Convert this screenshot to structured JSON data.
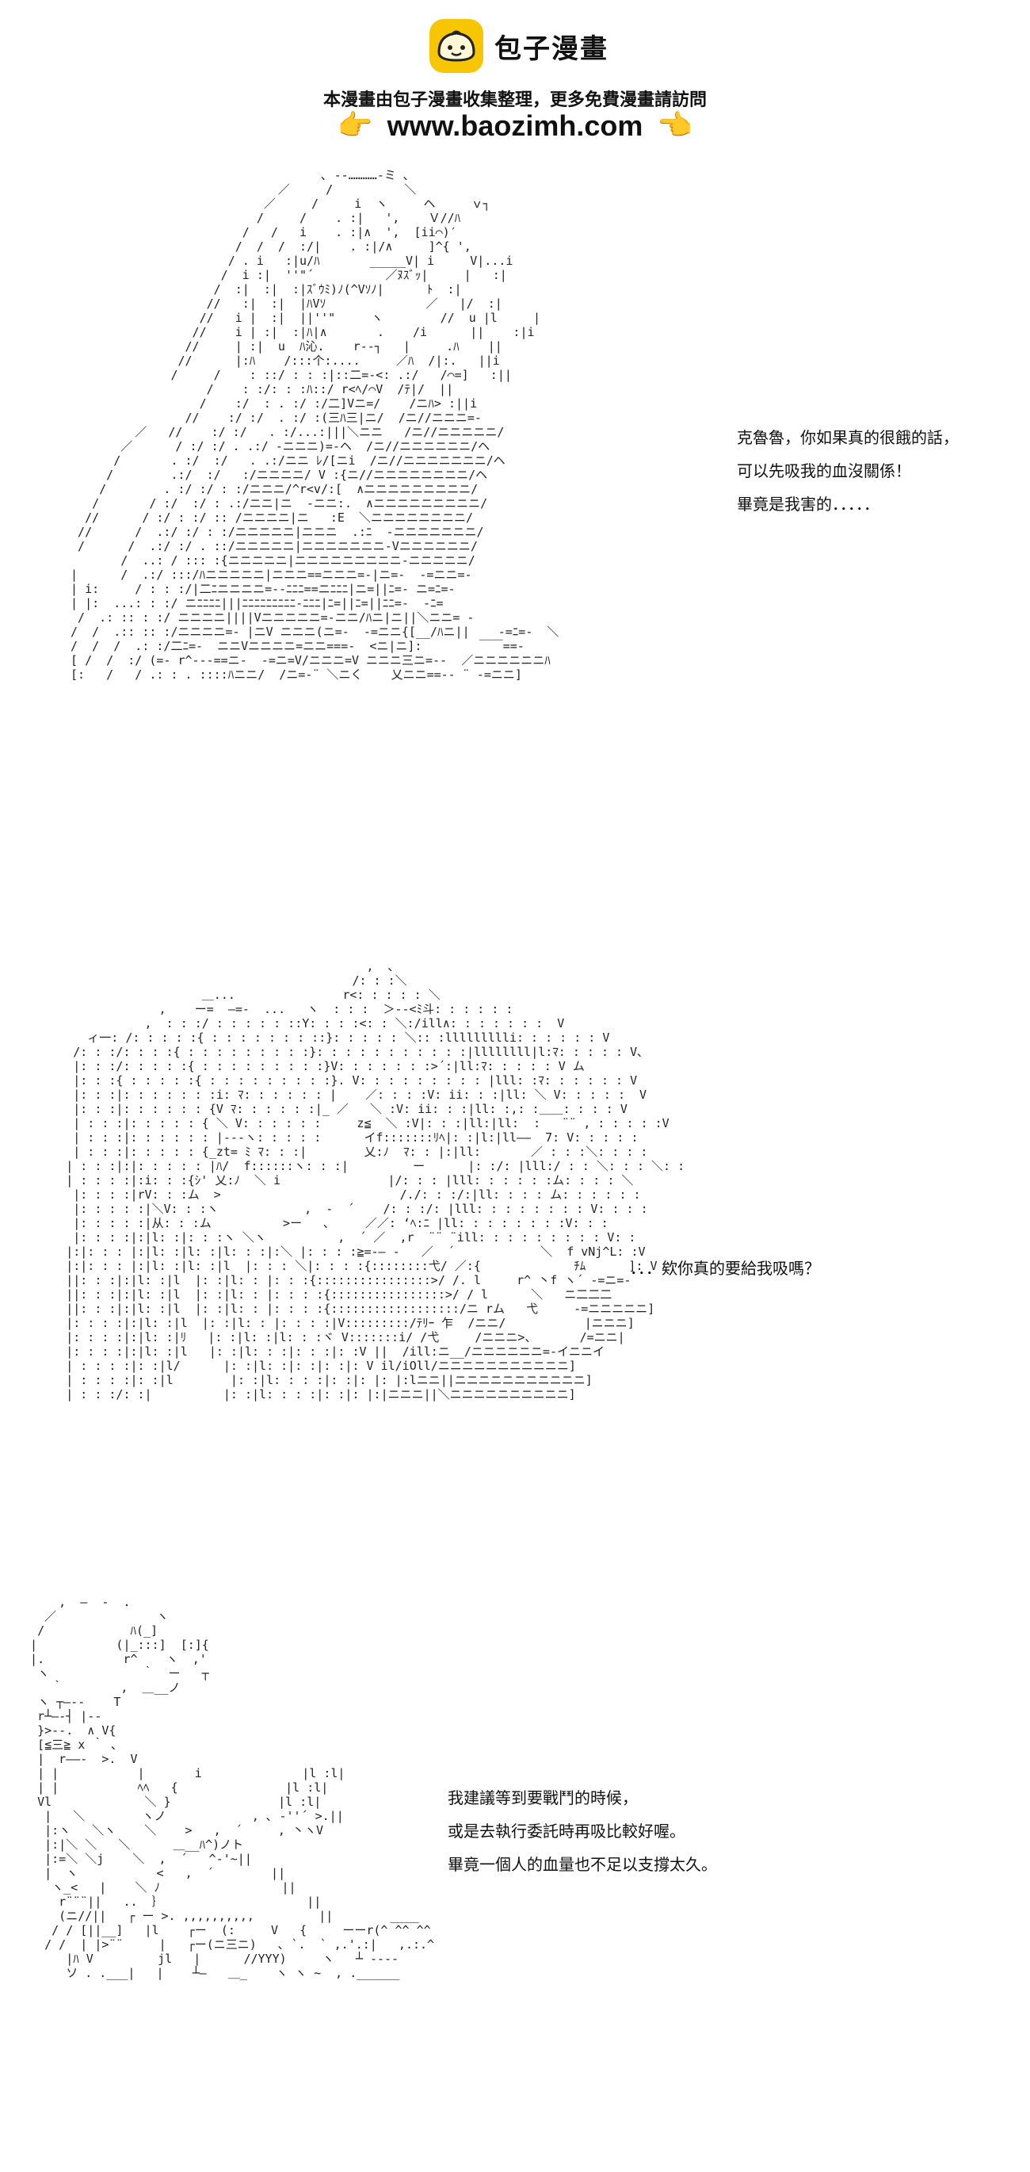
{
  "header": {
    "brand": "包子漫畫",
    "tagline": "本漫畫由包子漫畫收集整理，更多免費漫畫請訪問",
    "url": "www.baozimh.com",
    "pointer_left": "👉",
    "pointer_right": "👈",
    "logo_color": "#f7c600"
  },
  "panel1": {
    "dialog": [
      "克魯魯，你如果真的很餓的話，",
      "可以先吸我的血沒關係！",
      "畢竟是我害的．．．．．"
    ],
    "art": "                                    ､ -‐…………-ミ ､\n                              ／     /          ＼\n                            ／     /     i  ヽ     ヘ     ｖ┐\n                           /     /    . :|   ',    Ｖ//ﾊ\n                         /   /   i    . :|∧  ',  [ii⌒)′\n                        /  /  /  :/|    . :|/∧     ]^{ ',\n                       / . i   :|u/ﾊ       _____V| i     V|...i\n                      /  i :|  ''\"´          ／ﾇｽﾞｯ|     |   :|\n                     /  :|  :|  :|ｽﾞｳﾐ)ﾉ(^Vｿﾉ|      ﾄ  :|\n                    //   :|  :|  |ﾊVｿ              ／   |/  :|\n                   //   i |  :|  ||''\"     ヽ        //  u |l     |\n                  //    i | :|  :|ﾊ|∧       .    /i      ||    :|i\n                 //     | :|  u  ﾊ沁.    r--┐   |     .ﾊ    ||\n                //      |:ﾊ    /:::个:....     ／ﾊ  /|:.   ||i\n               /     /    : ::/ : : :|::二=-<: .:/   /⌒=]   :||\n                    /    : :/: : :ﾊ::/ r<ﾍ/⌒V  /ﾃ|/  ||\n                   /    :/  : . :/ :/二]Vニ=/    /ニﾊ> :||i\n                 //    :/ :/  . :/ :(三ﾊ三|ニ/  /ニ//ニニニ=-\n          ／   //    :/ :/   . :/...:|||＼ニニ   /ニ//ニニニニニ/\n        ／      / :/ :/ . .:/ -ニニニ)=-ヘ  /ニ//ニニニニニニ/ヘ\n       /       . :/  :/   . .:/ニニ ﾚ/[ニi  /ニ//ニニニニニニニ/ヘ\n      /        .:/  :/   :/ニニニニ/ V :{ニ//ニニニニニニニニ/ヘ\n     /        . :/ :/ : :/ニニニ/^r<v/:[  ∧ニニニニニニニニニ/\n    /       / :/  :/ : .:/ニニ|ニ  -ニニ:.  ∧ニニニニニニニニニ/\n   //      / :/ : :/ :: /ニニニニ|ニ   :E  ＼ニニニニニニニニ/\n  //      /  .:/ :/ : :/ニニニニニ|ニニニ  .:ﾆ  -ニニニニニニニ/\n  /      /  .:/ :/ . ::/ニニニニニ|ニニニニニニニ-Vニニニニニニ/\n        /  ..: / ::: :{ニニニニニ|ニニニニニニニニニ-ニニニニニ/\n |      /  .:/ :::/ﾊニニニニニ|ニニニ==ニニニ=-|ニ=-  -=ニニ=-\n | i:     / : : :/|二ﾆニニニニ=--ﾆﾆﾆ==ニﾆﾆﾆ|ニ=||ﾆ=- ニ=ﾆ=-\n | |:  ...: : :/ ニﾆﾆﾆﾆ|||ﾆﾆﾆﾆﾆﾆﾆﾆﾆ-ﾆﾆﾆ|ﾆ=||ﾆ=||ﾆﾆ=-  -ﾆ=\n  /  .: :: : :/ ニニニニ||||Vニニニニニ=-ニニ/ﾊニ|ニ||＼ニニ= -\n /  /  .:: :: :/ニニニニ=- |ニV ニニニ(ニ=-  -=ニニ{[__/ﾊニ||    -=ﾆ=-  ＼\n /  /  /  .: :/二ﾆ=-  ニニVニニニニ=ニニ===-  <ニ|ニ]:        ￣￣==-\n [ /  /  :/ (=- r^---==ニ-  -=ニ=V/ニニニ=V ニニニ三ニ=--  ／ニニニニニニﾊ\n [:   /   / .: : . ::::ﾊニニ/  /ニ=-¨ ＼ニく    乂ニニ==-- ¨ -=ニニ]"
  },
  "panel2": {
    "dialog": [
      "．．．欸你真的要給我吸嗎？"
    ],
    "art": "                                                 ,  ､\n                                               /: : :＼\n                          ＿...               r<: : : : : ＼\n                    ,    ー=  ―=-  ...   ヽ  : : :  ＞‐‐<ﾐ斗: : : : : :\n                  ,  : : :/ : : : : : ::Y: : : :<: : ＼:/ill∧: : : : : : :  V\n          ィ一: /: : : : :{ : : : : : : : ::}: : : : : ＼:: :llllllllli: : : : : : V\n        /: : :/: : : :{ : : : : : : : : :}: : : : : : : : : : :|llllllll|l:ﾏ: : : : : V､\n        |: : :/: : : : :{ : : : : : : : : :}V: : : : : : :>´:|ll:ﾏ: : : : : V ム\n        |: : :{ : : : : :{ : : : : : : : : :}. V: : : : : : : : : |lll: :ﾏ: : : : : : V\n        |: : :|: : : : : : :i: ﾏ: : : : : : |    ／: : : :V: ii: : :|ll: ＼ V: : : : :  V\n        |: : :|: : : : : : {V ﾏ: : : : : :|_ ／   ＼ :V: ii: : :|ll: :,: :＿＿: : : : V\n        | : : :|: : : : : { ＼ V: : : : : :     z≦  ＼ :V|: : :|ll:|ll:  :   ¨¨ , : : : : :V\n        | : : :|: : : : : : |-‐-ヽ: : : : :      イf:::::::ﾘﾍ|: :|l:|ll——  7: V: : : : :\n        | : : :|: : : : : {_zt= ﾐ ﾏ: : :|        乂:ﾉ  ﾏ: : |:|ll:       ／ : : :＼: : : :\n       | : : :|:|: : : : : |ﾊ/  f::::::ヽ: : :|         ー      |: :/: |lll:/ : : ＼: : : ＼: :\n       | : : : :|:i: : :{ｼ' 乂:ﾉ  ＼ i               |/: : : |lll: : : : : :ム: : : : ＼\n        |: : : :|rV: : :ム  >                         /./: : :/:|ll: : : : ム: : : : : :\n        |: : : : :|＼V: : :ヽ            ,  ‐  ´    /: : :/: |lll: : : : : : : : V: : : :\n        |: : : : :|从: : :ム          >ー   ､     ／／: ‘ﾍ:ﾆ |ll: : : : : : : :V: : :\n        |: : : :|:|l: :|: : :ヽ ＼ヽ          ,  ´ ／  ,r  ¨¨ ¨ill: : : : : : : : : V: :\n       |:|: : : |:|l: :|l: :|l: : :|:＼ |: : : :≧=-― -   ／  ´            ＼  f vNj^L: :V\n       |:|: : : |:|l: :|l: :|l  |: : : ＼|: : : :{::::::::弋/ ／:{             ﾁﾑ      ]: V\n       ||: : :|:|l: :|l  |: :|l: : |: : :{::::::::::::::::>/ /. l     r^ 丶f ヽ´ -=ニ=-\n       ||: : :|:|l: :|l  |: :|l: : |: : : :{::::::::::::::::>/ / l      ＼   ニ二二二\n       ||: : :|:|l: :|l  |: :|l: : |: : : :{::::::::::::::::::/ニ rム   弋     -=ニニニニニ]\n       |: : : :|:|l: :|l  |: :|l: : |: : : :|V:::::::::/ﾃﾘｰ 乍  /ニニ/           |ニニニ]\n       |: : : :|:|l: :|ﾘ   |: :|l: :|l: : :ヾ V:::::::i/ /弋     /ニニニ>、      /=ニニ|\n       |: : : :|:|l: :|l   |: :|l: : :|: : :|: :V ||  /ill:ニ__/ニニニニニニ=-イニニイ\n       | : : : :|: :|l/      |: :|l: :|: :|: :|: V il/iOll/ニニニニニニニニニニニ]\n       | : : : :|: :|l        |: :|l: : : :|: :|: |: |:lニニ||ニニニニニニニニニニニ]\n       | : : :/: :|          |: :|l: : : :|: :|: |:|ニニニ||＼ニニニニニニニニニニ]"
  },
  "panel3": {
    "dialog": [
      "我建議等到要戰鬥的時候，",
      "或是去執行委託時再吸比較好喔。",
      "畢竟一個人的血量也不足以支撐太久。"
    ],
    "art": "      ,  ―  -  .\n    ／              ヽ\n   /            ﾊ(_]\n  |           (|_:::]  [:]{\n  |.           r^    ヽ  ,'\n   ヽ             ｀  ー   ┬\n     ｀        ,  ＿__ノ\n   ヽ ┬―‐‐    T\n   r┴―‐┤ |‐-\n   }>-‐.  ∧ V{\n   [≦三≧ x ｀ ､\n   |  r――‐  >.  V\n   | |           |       i              |l :l|\n   | |           ﾍﾍ   {               |l :l|\n   Vl             ＼ }               |l :l|\n    |   ＼        ヽノ            , ､ ‐''´ >.||\n    |:ヽ   ＼ヽ    ＼    >   ,  ´     , 丶ヽV\n    |:|＼ ＼   ＼      ＿__ﾊ^)ノト\n    |:=＼ ＼j    ＼  ,  ´   ^‐'~||\n    |  ヽ           <   ,  ´        ||\n     ヽ_<   |    ＼ ﾉ                 ||\n      r¨¨¨||   ..  ｝                    ||\n      (ニ//||   ┌ ー >. ,,,,,,,,,,         ||        ____\n     / / [||__]   |l    ┌ー  (:     V   {     ーーr(^ ^^ ^^\n    / /  | |>¨¨     |   ┌ー(ニ三ニ)   ､ `.  ` ,.'.:|   ,.:.^\n       |ﾊ V         jl   |      //YYY)     ヽ   ┴ ----\n       ソ . .___|   |    ┴―   ＿_    ヽ ヽ ~  , .______"
  }
}
